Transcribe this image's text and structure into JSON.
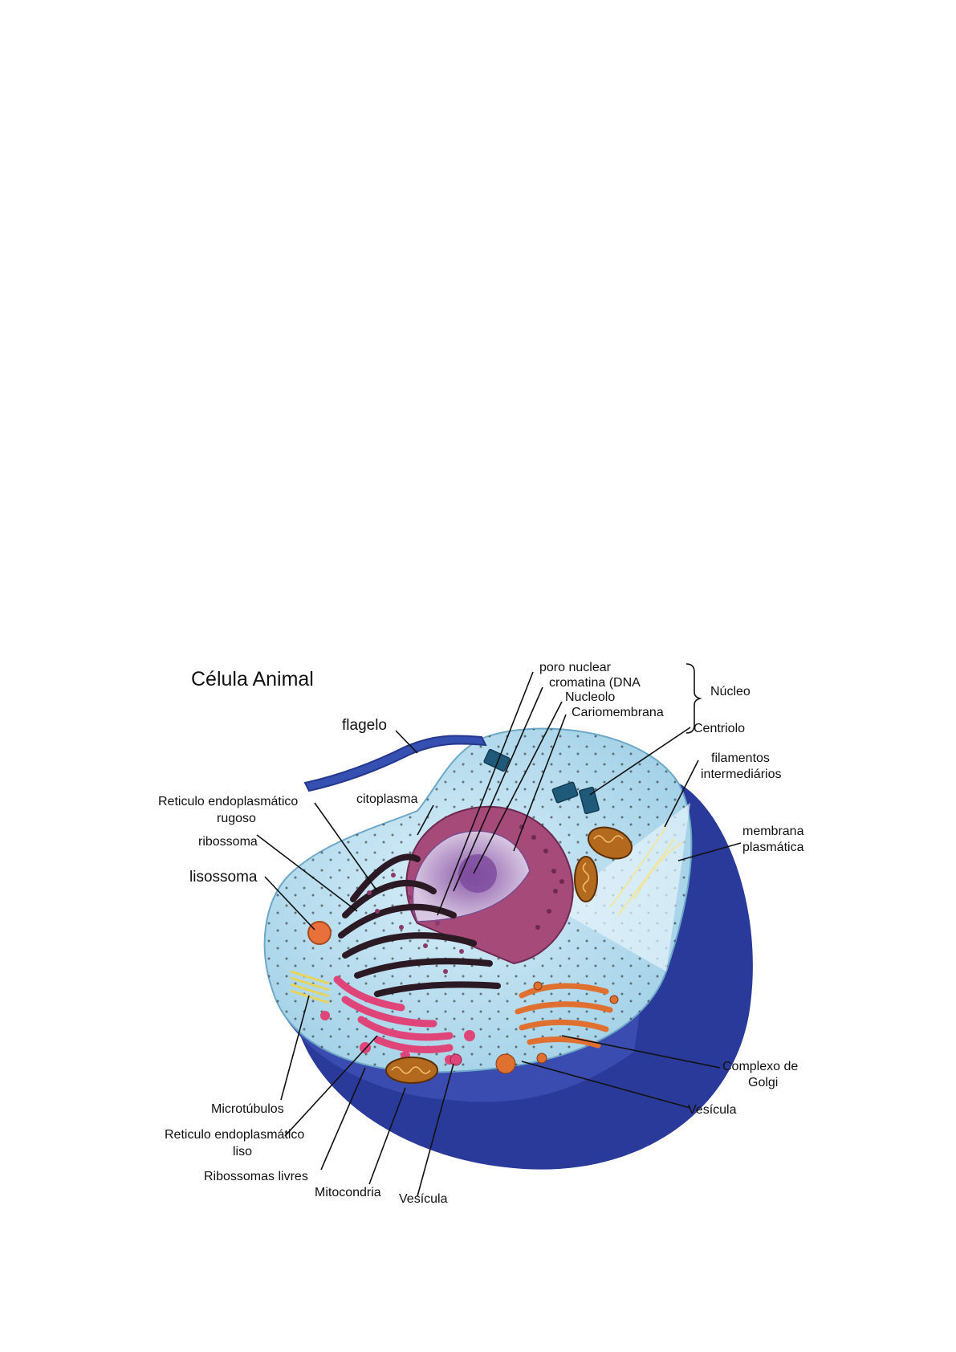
{
  "diagram": {
    "title": "Célula Animal",
    "labels": {
      "poro_nuclear": "poro nuclear",
      "cromatina": "cromatina (DNA",
      "nucleolo": "Nucleolo",
      "cariomembrana": "Cariomembrana",
      "nucleo": "Núcleo",
      "centriolo": "Centriolo",
      "flagelo": "flagelo",
      "filamentos_1": "filamentos",
      "filamentos_2": "intermediários",
      "membrana_1": "membrana",
      "membrana_2": "plasmática",
      "rer_1": "Reticulo endoplasmático",
      "rer_2": "rugoso",
      "citoplasma": "citoplasma",
      "ribossoma": "ribossoma",
      "lisossoma": "lisossoma",
      "golgi_1": "Complexo de",
      "golgi_2": "Golgi",
      "vesicula_right": "Vesícula",
      "microtubulos": "Microtúbulos",
      "rel_1": "Reticulo endoplasmático",
      "rel_2": "liso",
      "ribossomas_livres": "Ribossomas livres",
      "mitocondria": "Mitocondria",
      "vesicula_bottom": "Vesícula"
    },
    "colors": {
      "outer_membrane": "#2a3a9a",
      "cytoplasm": "#bfe0f0",
      "nucleus": "#a64a7a",
      "nucleoplasm": "#d9c4e0",
      "rough_er": "#2b1a24",
      "smooth_er": "#e0457a",
      "mitochondria": "#b36a1e",
      "golgi": "#e07030",
      "centriole": "#1f5a7a",
      "flagellum": "#3550b0"
    }
  }
}
